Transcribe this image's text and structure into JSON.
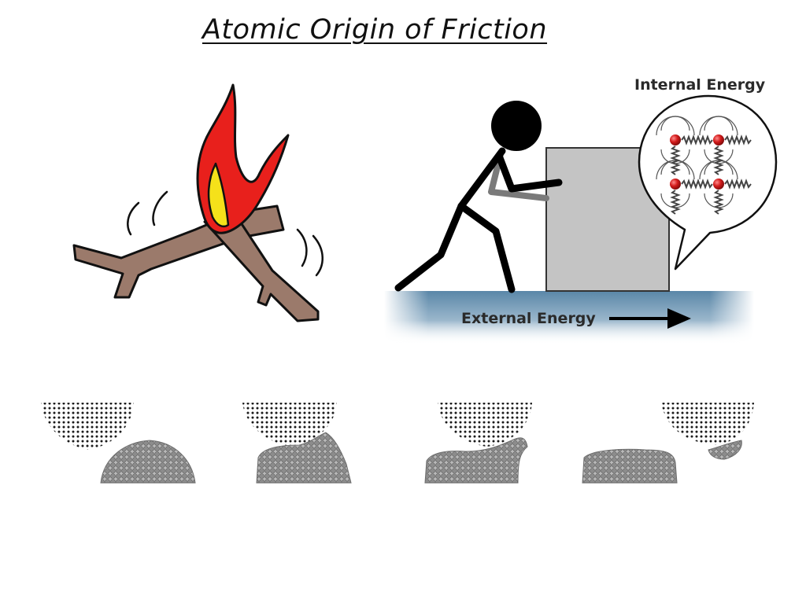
{
  "title": "Atomic Origin of Friction",
  "labels": {
    "internal_energy": "Internal Energy",
    "external_energy": "External Energy"
  },
  "colors": {
    "flame_outer": "#e8201c",
    "flame_inner": "#f5e11a",
    "wood": "#9b7a6b",
    "box": "#c4c4c4",
    "floor": "#5a87a8",
    "atom": "#d21a1a",
    "nanoparticle": "#8e8e8e"
  },
  "icons": [
    "burning-sticks-icon",
    "stick-figure-pushing-box-icon",
    "atom-lattice-bubble-icon",
    "arrow-right-icon"
  ],
  "simulation_frames": 4
}
